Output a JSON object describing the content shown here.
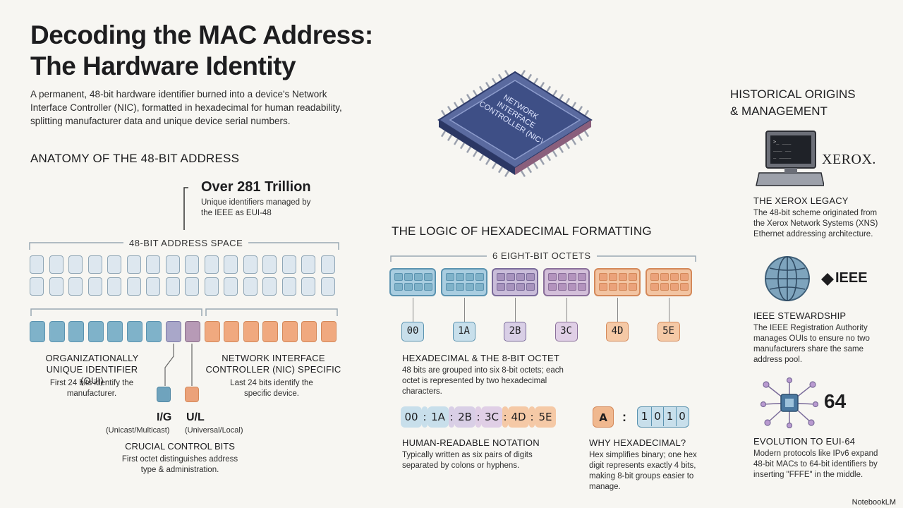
{
  "header": {
    "title_line1": "Decoding the MAC Address:",
    "title_line2": "The Hardware Identity",
    "description": "A permanent, 48-bit hardware identifier burned into a device's Network Interface Controller (NIC), formatted in hexadecimal for human readability, splitting manufacturer data and unique device serial numbers."
  },
  "chip": {
    "label": "NETWORK INTERFACE CONTROLLER (NIC)"
  },
  "anatomy": {
    "heading": "ANATOMY OF THE 48-BIT ADDRESS",
    "callout_title": "Over 281 Trillion",
    "callout_text": "Unique identifiers managed by the IEEE as EUI-48",
    "space_label": "48-BIT ADDRESS SPACE",
    "oui_title": "ORGANIZATIONALLY UNIQUE IDENTIFIER (OUI)",
    "oui_text": "First 24 bits identify the manufacturer.",
    "nic_title": "NETWORK INTERFACE CONTROLLER (NIC) SPECIFIC",
    "nic_text": "Last 24 bits identify the specific device.",
    "ig_label": "I/G",
    "ig_sub": "(Unicast/Multicast)",
    "ul_label": "U/L",
    "ul_sub": "(Universal/Local)",
    "control_title": "CRUCIAL CONTROL BITS",
    "control_text": "First octet distinguishes address type & administration."
  },
  "hex": {
    "heading": "THE LOGIC OF HEXADECIMAL FORMATTING",
    "octets_label": "6 EIGHT-BIT OCTETS",
    "octet_values": [
      "00",
      "1A",
      "2B",
      "3C",
      "4D",
      "5E"
    ],
    "octet_title": "HEXADECIMAL & THE 8-BIT OCTET",
    "octet_text": "48 bits are grouped into six 8-bit octets; each octet is represented by two hexadecimal characters.",
    "notation": [
      "00",
      "1A",
      "2B",
      "3C",
      "4D",
      "5E"
    ],
    "separator": ":",
    "notation_title": "HUMAN-READABLE NOTATION",
    "notation_text": "Typically written as six pairs of digits separated by colons or hyphens.",
    "why_hex": "A",
    "why_bits": [
      "1",
      "0",
      "1",
      "0"
    ],
    "why_title": "WHY HEXADECIMAL?",
    "why_text": "Hex simplifies binary; one hex digit represents exactly 4 bits, making 8-bit groups easier to manage."
  },
  "history": {
    "heading_line1": "HISTORICAL ORIGINS",
    "heading_line2": "& MANAGEMENT",
    "xerox_logo": "XEROX.",
    "xerox_title": "THE XEROX LEGACY",
    "xerox_text": "The 48-bit scheme originated from the Xerox Network Systems (XNS) Ethernet addressing architecture.",
    "ieee_logo": "IEEE",
    "ieee_title": "IEEE STEWARDSHIP",
    "ieee_text": "The IEEE Registration Authority manages OUIs to ensure no two manufacturers share the same address pool.",
    "eui_number": "64",
    "eui_title": "EVOLUTION TO EUI-64",
    "eui_text": "Modern protocols like IPv6 expand 48-bit MACs to 64-bit identifiers by inserting \"FFFE\" in the middle."
  },
  "footer": {
    "watermark": "NotebookLM"
  },
  "colors": {
    "blue": "#5b93b0",
    "blue_fill": "#a9cde0",
    "purple": "#8a7aa0",
    "purple_fill": "#c9bcd9",
    "orange": "#d4895a",
    "orange_fill": "#efbf9b",
    "chip": "#3e4f86"
  }
}
